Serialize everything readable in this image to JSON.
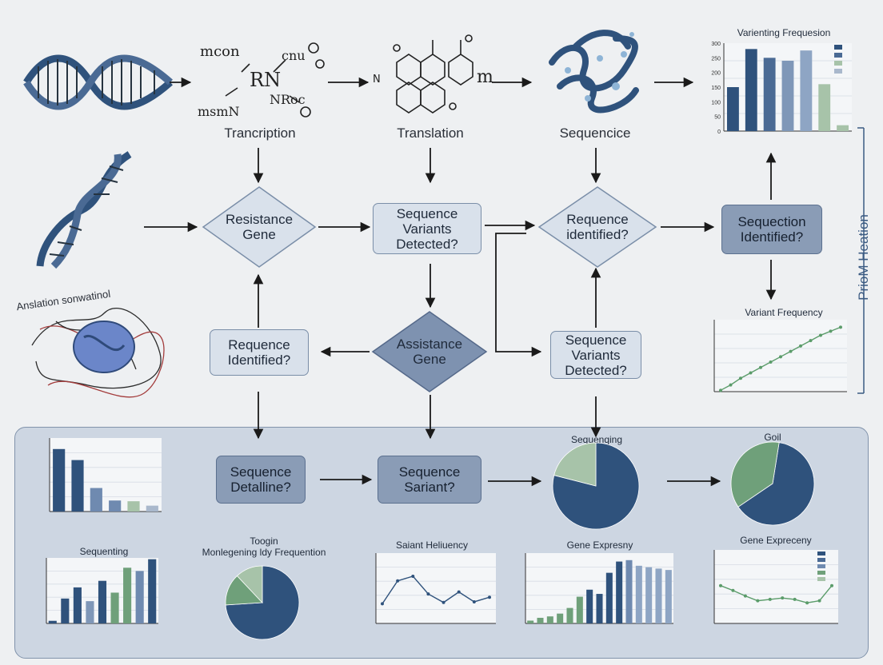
{
  "colors": {
    "navy": "#2f527c",
    "mid": "#6f8ab0",
    "light": "#a9b8cc",
    "green": "#6fa07a",
    "line_green": "#5b9c6a",
    "panel": "#cdd6e2"
  },
  "top_labels": {
    "transcription": "Trancription",
    "translation": "Translation",
    "sequencing": "Sequencice"
  },
  "side_caption": "Anslation sonwatinol",
  "right_vertical_label": "PrioM Heation",
  "nodes": {
    "resistance_gene": "Resistance\nGene",
    "seq_variants_1": "Sequence\nVariants\nDetected?",
    "requence_identified_diamond": "Requence\nidentified?",
    "sequection_identified": "Sequection\nIdentified?",
    "requence_identified_box": "Requence\nIdentified?",
    "assistance_gene": "Assistance\nGene",
    "seq_variants_2": "Sequence\nVariants\nDetected?",
    "sequence_detailing": "Sequence\nDetalline?",
    "sequence_sariant": "Sequence\nSariant?"
  },
  "chart_titles": {
    "top_right_bar": "Varienting Frequesion",
    "right_line": "Variant Frequency",
    "pie_sequencing": "Sequenqing",
    "pie_goil": "Goil",
    "bottom_bar_1": "Sequenting",
    "bottom_pie_1": "Toogin\nMonlegening ldy Frequention",
    "bottom_line_1": "Saiant Heliuency",
    "bottom_bar_2": "Gene Expresny",
    "bottom_line_2": "Gene Expreceny"
  },
  "chart_data": [
    {
      "id": "top_right_bar",
      "type": "bar",
      "title": "Varienting Frequesion",
      "ylabel": "",
      "ylim": [
        0,
        300
      ],
      "yticks": [
        "0",
        "50",
        "100",
        "150",
        "200",
        "250",
        "300"
      ],
      "categories": [
        "",
        "",
        "",
        "",
        "",
        "",
        ""
      ],
      "values": [
        150,
        280,
        250,
        240,
        275,
        160,
        20
      ],
      "bar_colors": [
        "#2f527c",
        "#2f527c",
        "#4a6a94",
        "#7f97b8",
        "#8ea5c4",
        "#a7c3a9",
        "#a7c3a9"
      ],
      "legend": [
        {
          "color": "#2f527c",
          "name": ""
        },
        {
          "color": "#4a6a94",
          "name": ""
        },
        {
          "color": "#a7c3a9",
          "name": ""
        },
        {
          "color": "#a9b8cc",
          "name": ""
        }
      ]
    },
    {
      "id": "right_line",
      "type": "line",
      "title": "Variant Frequency",
      "ylim": [
        0,
        1
      ],
      "values": [
        0.02,
        0.1,
        0.2,
        0.28,
        0.36,
        0.44,
        0.52,
        0.6,
        0.68,
        0.76,
        0.84,
        0.9,
        0.96
      ]
    },
    {
      "id": "bottom_left_bar",
      "type": "bar",
      "title": "",
      "ylim": [
        0,
        100
      ],
      "values": [
        85,
        70,
        32,
        15,
        14,
        8
      ],
      "bar_colors": [
        "#2f527c",
        "#2f527c",
        "#6f8ab0",
        "#6f8ab0",
        "#a7c3a9",
        "#a9b8cc"
      ]
    },
    {
      "id": "pie_sequencing",
      "type": "pie",
      "title": "Sequenqing",
      "values": [
        79,
        21
      ],
      "colors": [
        "#2f527c",
        "#a7c3a9"
      ]
    },
    {
      "id": "pie_goil",
      "type": "pie",
      "title": "Goil",
      "values": [
        63,
        37
      ],
      "colors": [
        "#2f527c",
        "#6fa07a"
      ]
    },
    {
      "id": "bottom_bar_1",
      "type": "bar",
      "title": "Sequenting",
      "ylim": [
        0,
        100
      ],
      "values": [
        4,
        38,
        55,
        34,
        65,
        47,
        85,
        80,
        98
      ],
      "bar_colors": [
        "#2f527c",
        "#2f527c",
        "#2f527c",
        "#7f97b8",
        "#2f527c",
        "#6fa07a",
        "#6fa07a",
        "#6f8ab0",
        "#2f527c"
      ]
    },
    {
      "id": "bottom_pie_1",
      "type": "pie",
      "title": "Toogin Monlegening ldy Frequention",
      "values": [
        74,
        14,
        12
      ],
      "colors": [
        "#2f527c",
        "#6fa07a",
        "#a7c3a9"
      ]
    },
    {
      "id": "bottom_line_1",
      "type": "line",
      "title": "Saiant Heliuency",
      "ylim": [
        0,
        100
      ],
      "values": [
        30,
        65,
        72,
        45,
        32,
        48,
        33,
        40
      ]
    },
    {
      "id": "bottom_bar_2",
      "type": "bar",
      "title": "Gene Expresny",
      "ylim": [
        0,
        100
      ],
      "values": [
        4,
        8,
        10,
        14,
        22,
        38,
        48,
        42,
        72,
        88,
        90,
        82,
        80,
        78,
        76
      ],
      "bar_colors": [
        "#6fa07a",
        "#6fa07a",
        "#6fa07a",
        "#6fa07a",
        "#6fa07a",
        "#6fa07a",
        "#2f527c",
        "#2f527c",
        "#2f527c",
        "#2f527c",
        "#6f8ab0",
        "#8ea5c4",
        "#8ea5c4",
        "#8ea5c4",
        "#8ea5c4"
      ]
    },
    {
      "id": "bottom_line_2",
      "type": "line",
      "title": "Gene Expreceny",
      "ylim": [
        0,
        100
      ],
      "values": [
        55,
        48,
        40,
        33,
        35,
        37,
        35,
        30,
        33,
        55
      ],
      "legend_colors": [
        "#2f527c",
        "#4a6a94",
        "#6f8ab0",
        "#6fa07a",
        "#a7c3a9"
      ]
    }
  ]
}
